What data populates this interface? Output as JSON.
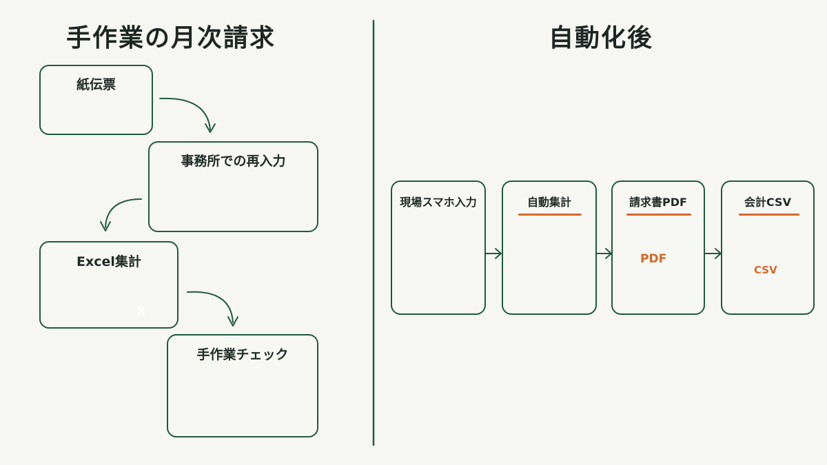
{
  "titles": {
    "left": "手作業の月次請求",
    "right": "自動化後"
  },
  "manual_flow": [
    {
      "label": "紙伝票",
      "icon": "paper-slip-icon"
    },
    {
      "label": "事務所での再入力",
      "icon": "reentry-icon"
    },
    {
      "label": "Excel集計",
      "icon": "spreadsheet-icon"
    },
    {
      "label": "手作業チェック",
      "icon": "checklist-icon"
    }
  ],
  "auto_flow": [
    {
      "label": "現場スマホ入力",
      "icon": "smartphone-icon"
    },
    {
      "label": "自動集計",
      "icon": "monitor-chart-icon"
    },
    {
      "label": "請求書PDF",
      "icon": "pdf-file-icon",
      "badge": "PDF"
    },
    {
      "label": "会計CSV",
      "icon": "csv-file-icon",
      "badge": "CSV"
    }
  ],
  "icon_text": {
    "excel_letter": "X"
  },
  "colors": {
    "ink": "#1f5a3e",
    "accent": "#d4692a",
    "background": "#f6f6f2"
  }
}
